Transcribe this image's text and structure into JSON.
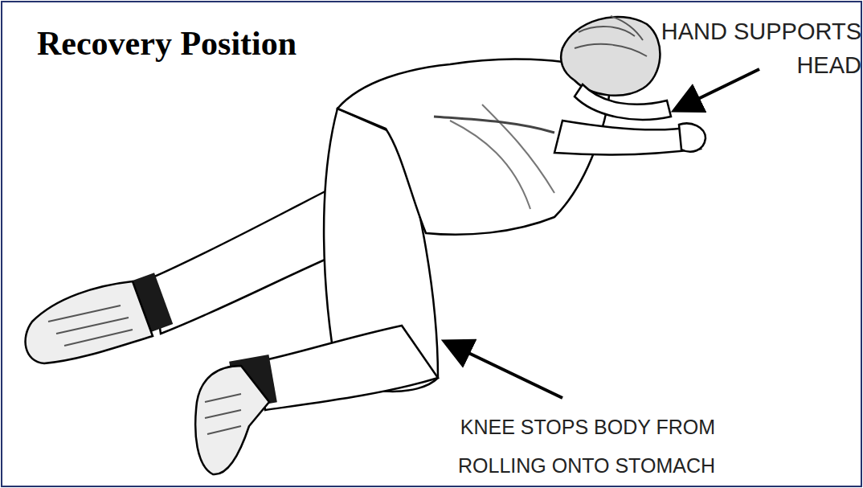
{
  "diagram": {
    "title": "Recovery Position",
    "labels": [
      "HAND SUPPORTS HEAD",
      "KNEE STOPS BODY FROM ROLLING ONTO STOMACH"
    ]
  }
}
